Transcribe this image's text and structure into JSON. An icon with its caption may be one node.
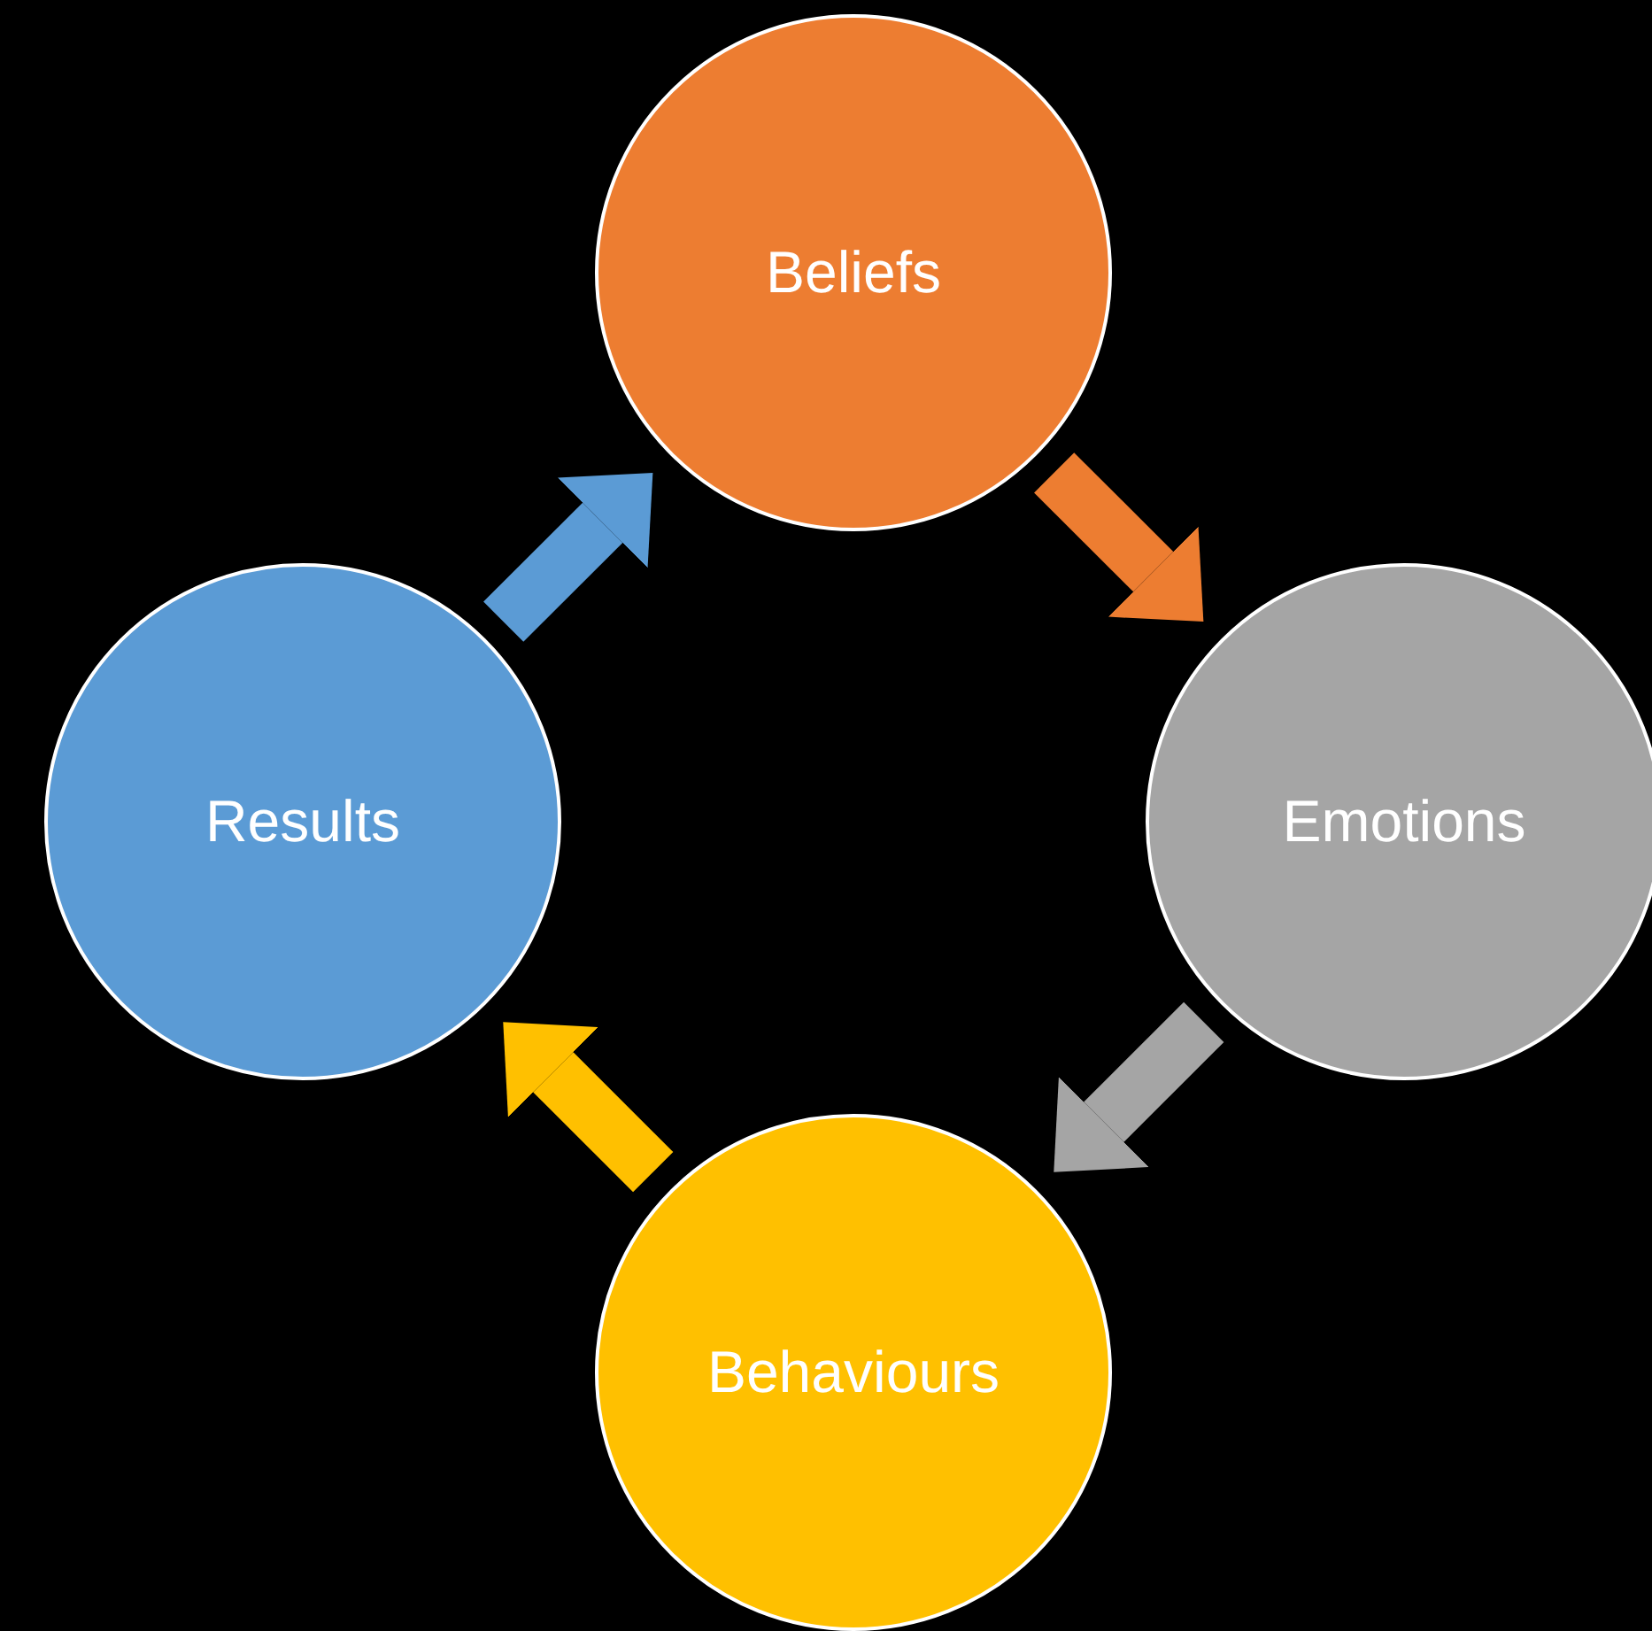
{
  "diagram": {
    "nodes": [
      {
        "text": [
          "Beliefs"
        ]
      },
      {
        "text": [
          "Emotions"
        ]
      },
      {
        "text": [
          "Behaviours"
        ]
      },
      {
        "text": [
          "Results"
        ]
      }
    ],
    "edges": [
      {
        "from": 0,
        "to": 1,
        "arrow": "to",
        "color": "#ed7d31"
      },
      {
        "from": 1,
        "to": 2,
        "arrow": "to",
        "color": "#a5a5a5"
      },
      {
        "from": 2,
        "to": 3,
        "arrow": "to",
        "color": "#ffc000"
      },
      {
        "from": 3,
        "to": 0,
        "arrow": "to",
        "color": "#5b9bd5"
      }
    ]
  }
}
